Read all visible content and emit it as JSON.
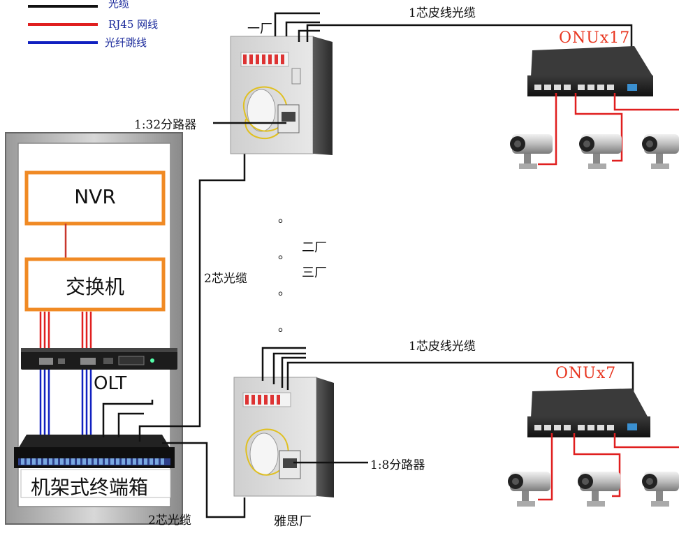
{
  "legend": {
    "items": [
      {
        "label": "光缆",
        "color": "#111111"
      },
      {
        "label": "RJ45 网线",
        "color": "#e01f1f"
      },
      {
        "label": "光纤跳线",
        "color": "#1020c0"
      }
    ]
  },
  "rack": {
    "nvr_label": "NVR",
    "switch_label": "交换机",
    "olt_label": "OLT",
    "terminal_box_label": "机架式终端箱",
    "accent_color": "#f08a24"
  },
  "factories": {
    "top_name": "一厂",
    "bottom_name": "雅思厂",
    "middle_names": [
      "二厂",
      "三厂"
    ],
    "ellipsis_dots": [
      "。",
      "。",
      "。",
      "。"
    ]
  },
  "labels": {
    "splitter_top": "1:32分路器",
    "splitter_bottom": "1:8分路器",
    "cable_top": "1芯皮线光缆",
    "cable_bottom": "1芯皮线光缆",
    "trunk_top": "2芯光缆",
    "trunk_bottom": "2芯光缆"
  },
  "onu": {
    "top_label": "ONUx17",
    "bottom_label": "ONUx7",
    "label_color": "#e8351f"
  },
  "cameras": {
    "top_row_count": 3,
    "bottom_row_count": 3
  }
}
